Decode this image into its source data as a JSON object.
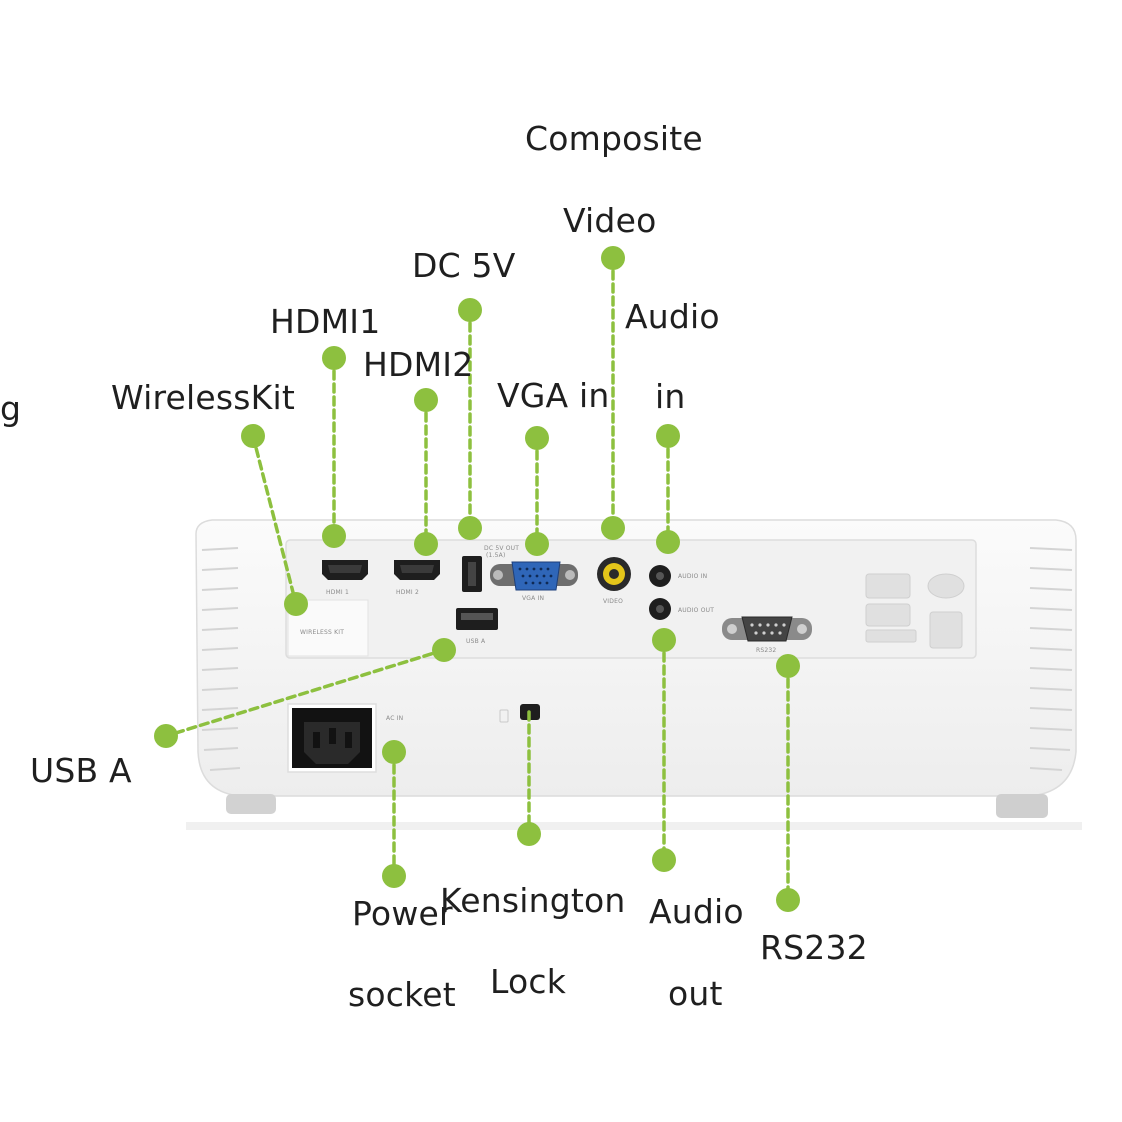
{
  "accent_color": "#8dc03f",
  "callouts": {
    "composite_line1": "Composite",
    "composite_line2": "Video",
    "dc5v": "DC 5V",
    "hdmi1": "HDMI1",
    "hdmi2": "HDMI2",
    "audio_in_line1": "Audio",
    "audio_in_line2": "in",
    "wirelesskit": "WirelessKit",
    "vga_in": "VGA in",
    "usb_a": "USB A",
    "power_line1": "Power",
    "power_line2": "socket",
    "kensington_line1": "Kensington",
    "kensington_line2": "Lock",
    "audio_out_line1": "Audio",
    "audio_out_line2": "out",
    "rs232": "RS232",
    "cutoff_edge_glyph": "g"
  },
  "panel_print": {
    "hdmi1": "HDMI 1",
    "hdmi2": "HDMI 2",
    "dc_out": "DC 5V OUT",
    "dc_out_sub": "(1.5A)",
    "vga_in": "VGA IN",
    "usb_a": "USB A",
    "video": "VIDEO",
    "audio_in": "AUDIO IN",
    "audio_out": "AUDIO OUT",
    "rs232": "RS232",
    "wireless_kit": "WIRELESS KIT",
    "ac_in": "AC IN"
  }
}
